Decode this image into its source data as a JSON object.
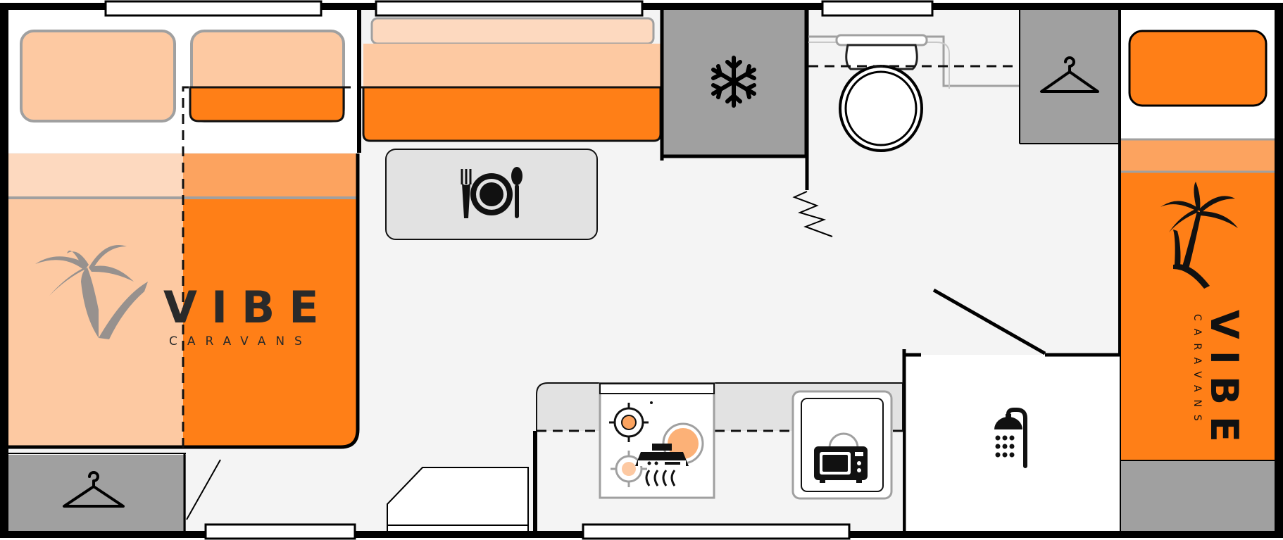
{
  "plan": {
    "title": "",
    "brand": {
      "logo_main": "VIBE",
      "logo_sub": "CARAVANS"
    },
    "colors": {
      "orange": "#ff7f17",
      "light_orange": "#fdc9a2",
      "pale_orange": "#fdd9bf",
      "mid_orange": "#fca35f",
      "grey": "#a0a0a0",
      "floor": "#f4f4f4",
      "wall": "#000000",
      "white": "#ffffff"
    },
    "fixtures": [
      {
        "name": "wardrobe-left",
        "icon": "hanger-icon"
      },
      {
        "name": "fridge",
        "icon": "snowflake-icon"
      },
      {
        "name": "dinette-table",
        "icon": "plate-cutlery-icon"
      },
      {
        "name": "toilet",
        "icon": "toilet-icon"
      },
      {
        "name": "wardrobe-bathroom",
        "icon": "hanger-icon"
      },
      {
        "name": "cooktop",
        "icon": "gas-burner-icon"
      },
      {
        "name": "rangehood",
        "icon": "rangehood-icon"
      },
      {
        "name": "microwave",
        "icon": "microwave-icon"
      },
      {
        "name": "shower",
        "icon": "shower-icon"
      }
    ]
  }
}
